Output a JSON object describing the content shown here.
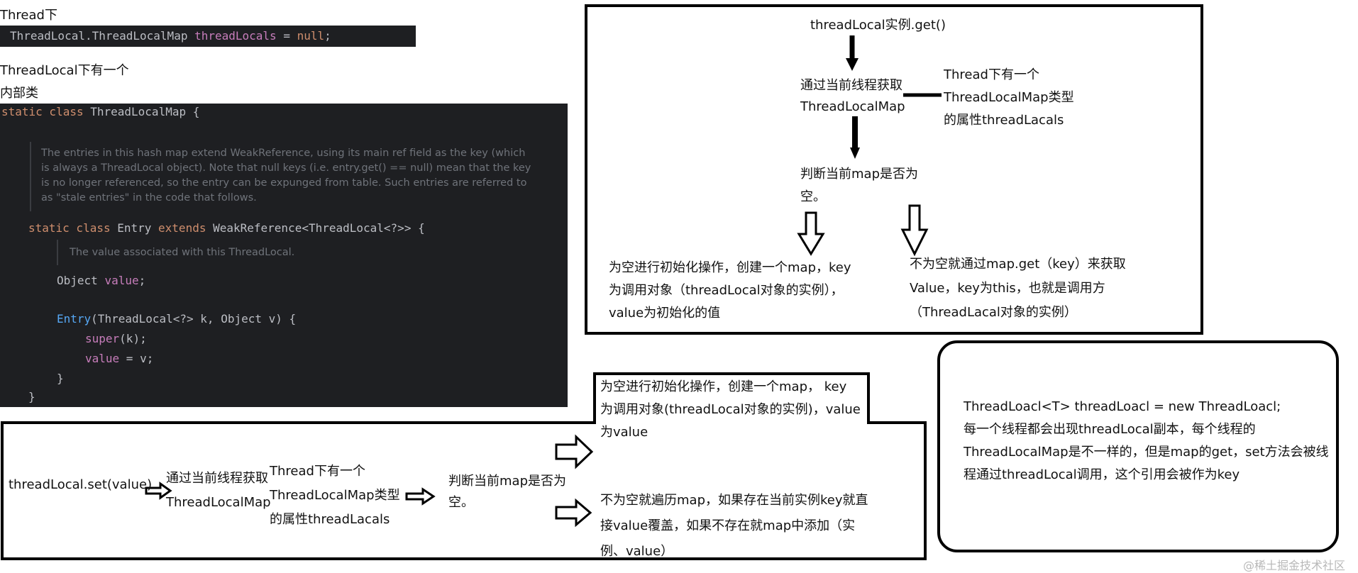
{
  "left": {
    "thread_label": "Thread下",
    "field_code": {
      "type": "ThreadLocal.ThreadLocalMap",
      "name": "threadLocals",
      "eq": " = ",
      "val": "null",
      "semi": ";"
    },
    "inner_label_1": "ThreadLocal下有一个",
    "inner_label_2": "内部类",
    "code": {
      "line1_kw": "static class ",
      "line1_name": "ThreadLocalMap {",
      "doc1": [
        "The entries in this hash map extend WeakReference, using its main ref field as the key (which",
        "is always a ThreadLocal object). Note that null keys (i.e. entry.get() == null) mean that the key",
        "is no longer referenced, so the entry can be expunged from table. Such entries are referred to",
        "as \"stale entries\" in the code that follows."
      ],
      "entry_kw1": "static class ",
      "entry_name": "Entry ",
      "entry_kw2": "extends ",
      "entry_rest": "WeakReference<ThreadLocal<?>> {",
      "doc2": "The value associated with this ThreadLocal.",
      "obj_type": "Object ",
      "obj_field": "value",
      "obj_semi": ";",
      "ctor_name": "Entry",
      "ctor_rest": "(ThreadLocal<?> k, Object v) {",
      "super_kw": "super",
      "super_rest": "(k);",
      "assign_field": "value",
      "assign_rest": " = v;",
      "close_inner": "}",
      "close_outer": "}"
    }
  },
  "get_flow": {
    "start": "threadLocal实例.get()",
    "step1": [
      "通过当前线程获取",
      "ThreadLocalMap"
    ],
    "note": [
      "Thread下有一个",
      "ThreadLocalMap类型",
      "的属性threadLacals"
    ],
    "step2": [
      "判断当前map是否为",
      "空。"
    ],
    "empty": [
      "为空进行初始化操作，创建一个map，key",
      "为调用对象（threadLocal对象的实例），",
      "value为初始化的值"
    ],
    "nonempty": [
      "不为空就通过map.get（key）来获取",
      "Value，key为this，也就是调用方",
      "（ThreadLacal对象的实例）"
    ]
  },
  "set_flow": {
    "start": "threadLocal.set(value)",
    "step1": [
      "通过当前线程获取",
      "ThreadLocalMap"
    ],
    "note": [
      "Thread下有一个",
      "ThreadLocalMap类型",
      "的属性threadLacals"
    ],
    "step2": [
      "判断当前map是否为",
      "空。"
    ],
    "empty": [
      "为空进行初始化操作，创建一个map， key",
      "为调用对象(threadLocal对象的实例)，value",
      "为value"
    ],
    "nonempty": [
      "不为空就遍历map，如果存在当前实例key就直",
      "接value覆盖，如果不存在就map中添加（实",
      "例、value）"
    ]
  },
  "summary": [
    "ThreadLoacl<T> threadLoacl = new ThreadLoacl;",
    "每一个线程都会出现threadLocal副本，每个线程的",
    "ThreadLocalMap是不一样的，但是map的get，set方法会被线",
    "程通过threadLocal调用，这个引用会被作为key"
  ],
  "watermark": "@稀土掘金技术社区"
}
